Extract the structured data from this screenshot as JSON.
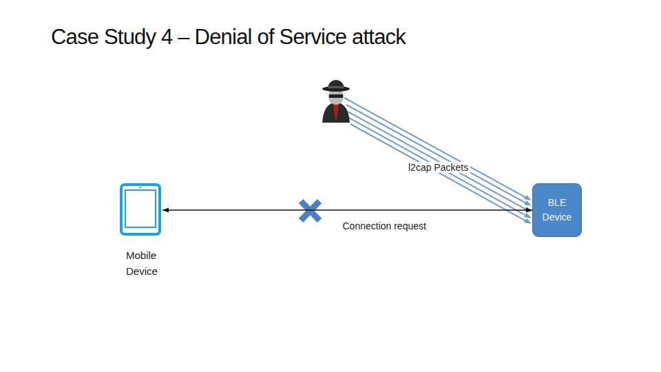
{
  "diagram": {
    "title": "Case Study 4 – Denial of Service attack",
    "nodes": [
      {
        "text": [
          "Mobile Device"
        ]
      },
      {
        "text": [
          "BLE Device"
        ]
      }
    ],
    "edges": [
      {
        "from": 0,
        "to": 1,
        "label": "Connection request",
        "arrow": "both"
      }
    ],
    "labels": [
      "l2cap Packets"
    ]
  }
}
